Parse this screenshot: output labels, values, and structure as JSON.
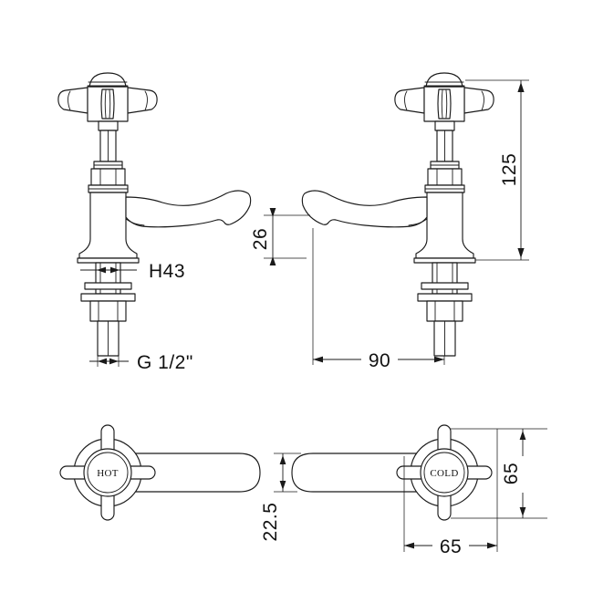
{
  "drawing": {
    "title": "Basin tap pair technical dimension drawing",
    "units": "mm",
    "line_color": "#1a1a1a",
    "background_color": "#ffffff",
    "views": [
      {
        "name": "hot-tap-side-elevation",
        "position": "top-left",
        "description": "Side elevation of pillar tap with crosshead handle, spout pointing right"
      },
      {
        "name": "cold-tap-side-elevation",
        "position": "top-right",
        "description": "Side elevation of pillar tap with crosshead handle, spout pointing left"
      },
      {
        "name": "hot-tap-plan-view",
        "position": "bottom-left",
        "description": "Plan view of hot tap showing crosshead handle and spout"
      },
      {
        "name": "cold-tap-plan-view",
        "position": "bottom-right",
        "description": "Plan view of cold tap showing crosshead handle and spout"
      }
    ]
  },
  "dimensions": {
    "overall_height": "125",
    "spout_height": "26",
    "flange_diameter": "H43",
    "thread_size": "G 1/2\"",
    "spout_reach": "90",
    "handle_width_plan": "65",
    "handle_depth_plan": "65",
    "spout_offset": "22.5"
  },
  "labels": {
    "hot_handle": "HOT",
    "cold_handle": "COLD"
  }
}
